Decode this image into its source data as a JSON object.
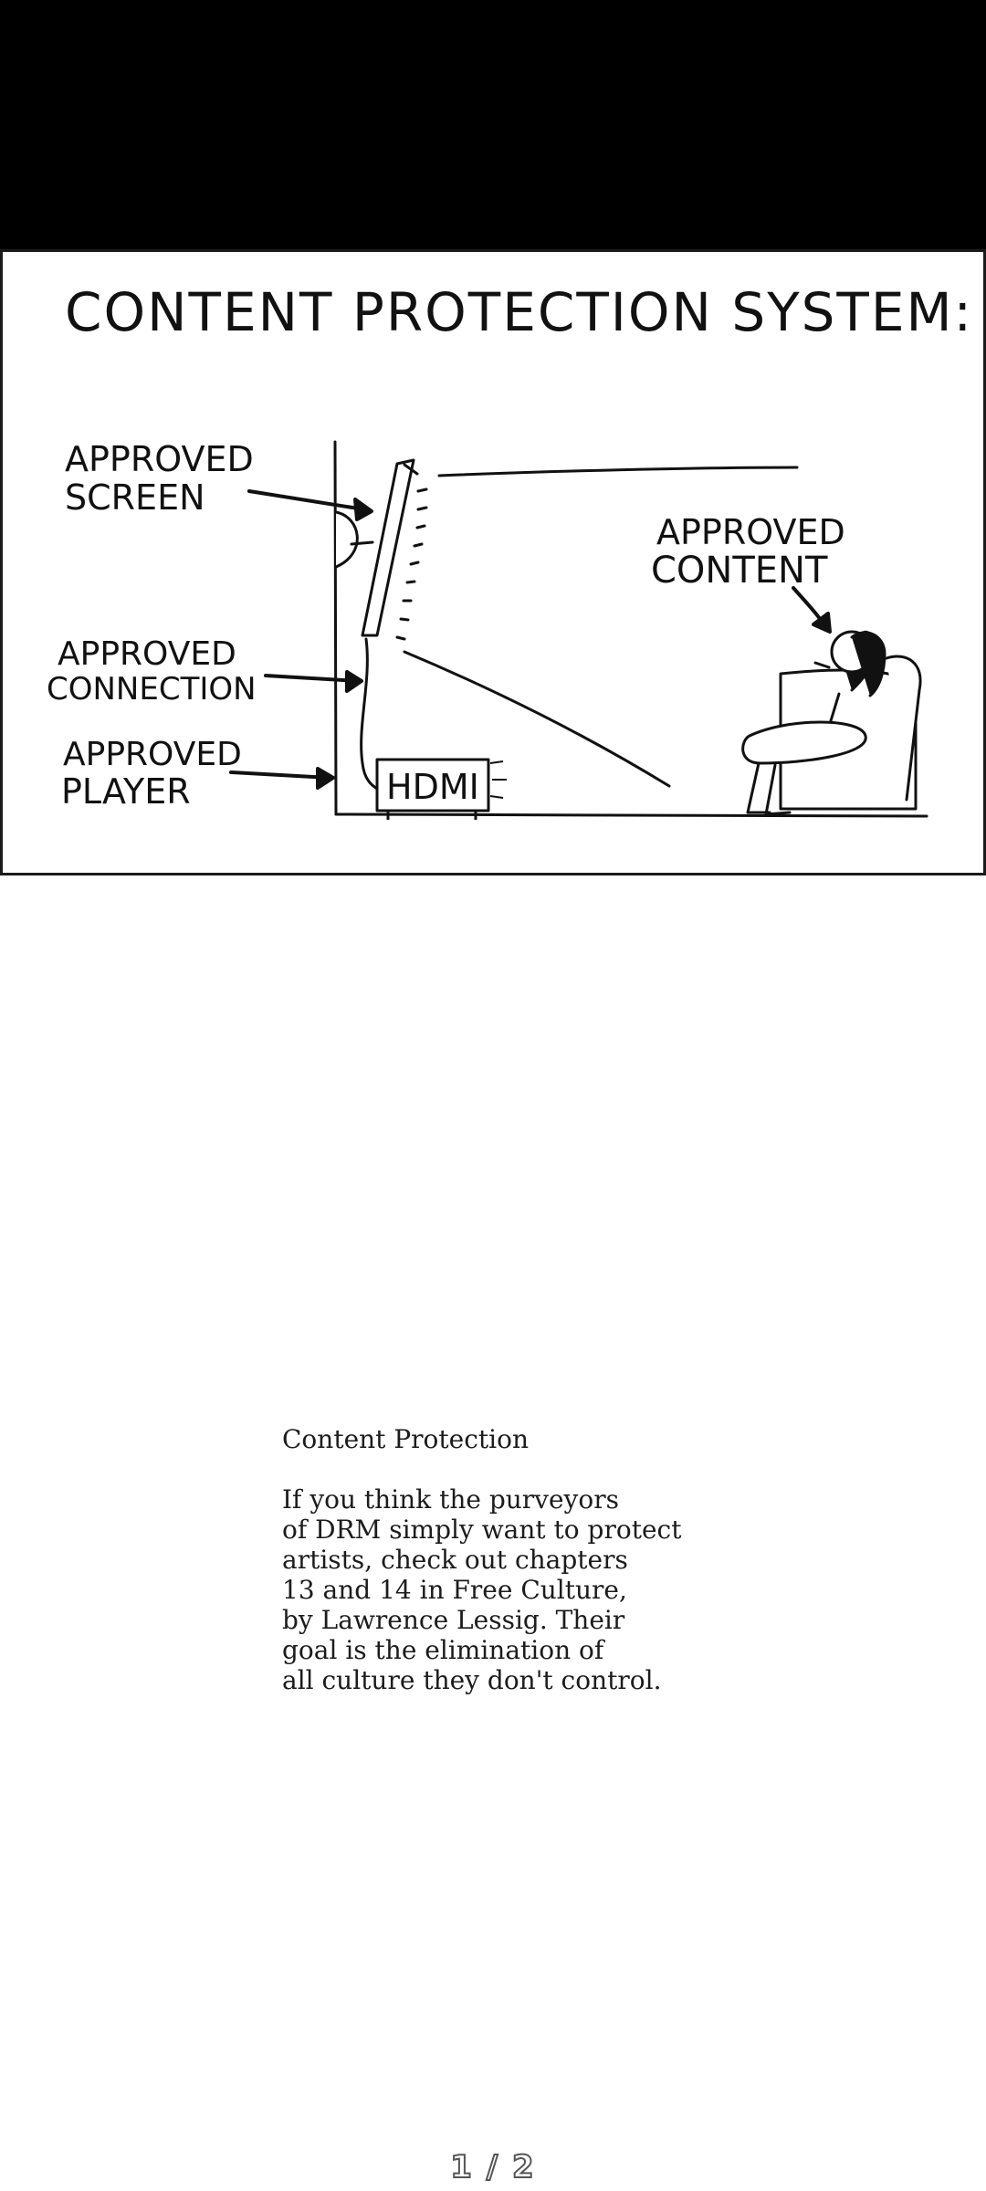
{
  "comic": {
    "heading": "CONTENT PROTECTION SYSTEM:",
    "labels": {
      "screen_line1": "APPROVED",
      "screen_line2": "SCREEN",
      "connection_line1": "APPROVED",
      "connection_line2": "CONNECTION",
      "player_line1": "APPROVED",
      "player_line2": "PLAYER",
      "content_line1": "APPROVED",
      "content_line2": "CONTENT",
      "device_label": "HDMI"
    }
  },
  "caption": {
    "title": "Content Protection",
    "body": "If you think the purveyors\nof DRM simply want to protect\nartists, check out chapters\n13 and 14 in Free Culture,\nby Lawrence Lessig.  Their\ngoal is the elimination of\nall culture they don't control."
  },
  "pager": {
    "indicator": "1 / 2"
  }
}
